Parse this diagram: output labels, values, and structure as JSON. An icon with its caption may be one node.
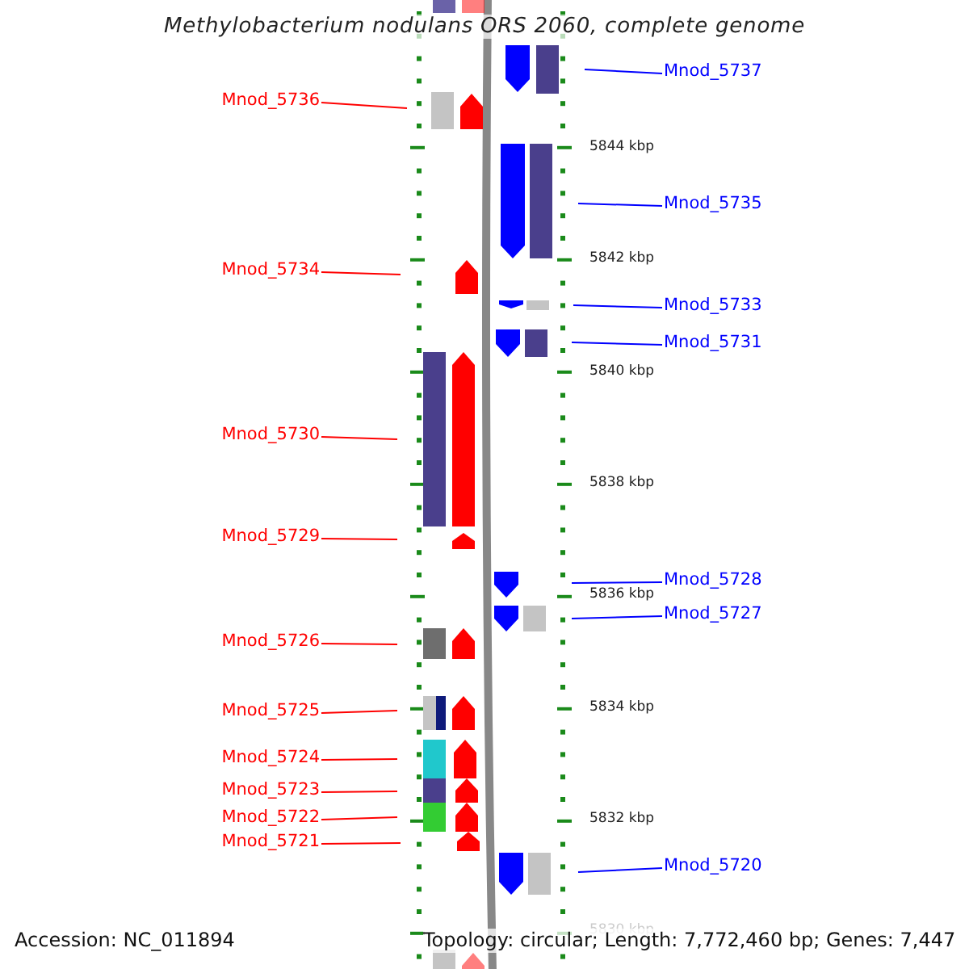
{
  "diagram": {
    "title": "Methylobacterium nodulans ORS 2060, complete genome",
    "nodes": [
      {
        "text": [
          "Mnod_5737"
        ]
      },
      {
        "text": [
          "Mnod_5736"
        ]
      },
      {
        "text": [
          "Mnod_5735"
        ]
      },
      {
        "text": [
          "Mnod_5734"
        ]
      },
      {
        "text": [
          "Mnod_5733"
        ]
      },
      {
        "text": [
          "Mnod_5731"
        ]
      },
      {
        "text": [
          "Mnod_5730"
        ]
      },
      {
        "text": [
          "Mnod_5729"
        ]
      },
      {
        "text": [
          "Mnod_5728"
        ]
      },
      {
        "text": [
          "Mnod_5727"
        ]
      },
      {
        "text": [
          "Mnod_5726"
        ]
      },
      {
        "text": [
          "Mnod_5725"
        ]
      },
      {
        "text": [
          "Mnod_5724"
        ]
      },
      {
        "text": [
          "Mnod_5723"
        ]
      },
      {
        "text": [
          "Mnod_5722"
        ]
      },
      {
        "text": [
          "Mnod_5721"
        ]
      },
      {
        "text": [
          "Mnod_5720"
        ]
      }
    ],
    "edges": [
      {
        "from": 0,
        "to": null,
        "arrow": "none",
        "color": "#0000ff"
      },
      {
        "from": 1,
        "to": null,
        "arrow": "none"
      },
      {
        "from": 2,
        "to": null,
        "arrow": "none",
        "color": "#0000ff"
      },
      {
        "from": 3,
        "to": null,
        "arrow": "none"
      },
      {
        "from": 4,
        "to": null,
        "arrow": "none",
        "color": "#0000ff"
      },
      {
        "from": 5,
        "to": null,
        "arrow": "none",
        "color": "#0000ff"
      },
      {
        "from": 6,
        "to": null,
        "arrow": "none"
      },
      {
        "from": 7,
        "to": null,
        "arrow": "none"
      },
      {
        "from": 8,
        "to": null,
        "arrow": "none",
        "color": "#0000ff"
      },
      {
        "from": 9,
        "to": null,
        "arrow": "none",
        "color": "#0000ff"
      },
      {
        "from": 10,
        "to": null,
        "arrow": "none"
      },
      {
        "from": 11,
        "to": null,
        "arrow": "none"
      },
      {
        "from": 12,
        "to": null,
        "arrow": "none"
      },
      {
        "from": 13,
        "to": null,
        "arrow": "none"
      },
      {
        "from": 14,
        "to": null,
        "arrow": "none"
      },
      {
        "from": 15,
        "to": null,
        "arrow": "none"
      },
      {
        "from": 16,
        "to": null,
        "arrow": "none",
        "color": "#0000ff"
      }
    ],
    "labels": [
      "5844 kbp",
      "5842 kbp",
      "5840 kbp",
      "5838 kbp",
      "5836 kbp",
      "5834 kbp",
      "5832 kbp",
      "5830 kbp",
      "Accession: NC_011894",
      "Topology: circular; Length: 7,772,460 bp; Genes: 7,447"
    ]
  }
}
